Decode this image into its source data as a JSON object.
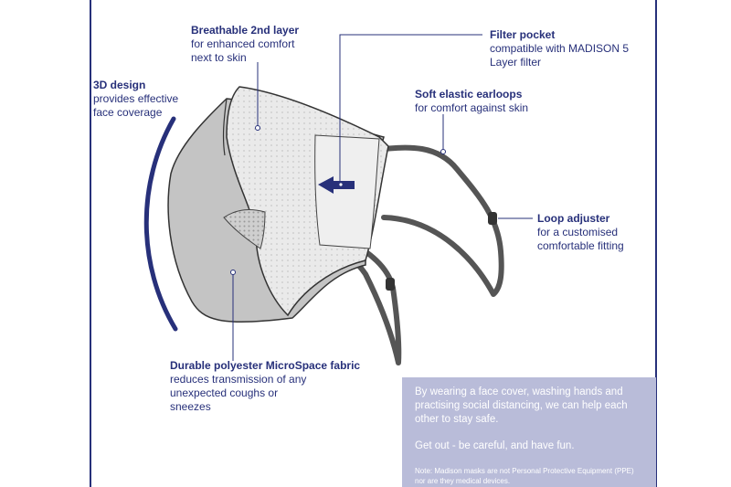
{
  "callouts": {
    "breathable": {
      "title": "Breathable 2nd layer",
      "desc": "for enhanced comfort next to skin"
    },
    "filter": {
      "title": "Filter pocket",
      "desc": "compatible with MADISON 5 Layer filter"
    },
    "design": {
      "title": "3D design",
      "desc": "provides effective face coverage"
    },
    "earloops": {
      "title": "Soft elastic earloops",
      "desc": "for comfort against skin"
    },
    "adjuster": {
      "title": "Loop adjuster",
      "desc": "for a customised comfortable fitting"
    },
    "fabric": {
      "title": "Durable polyester MicroSpace fabric",
      "desc": "reduces transmission of any unexpected coughs or sneezes"
    }
  },
  "info": {
    "message": "By wearing a face cover, washing hands and practising social distancing, we can help each other to stay safe.",
    "tagline": "Get out - be careful,  and have fun.",
    "note": "Note:  Madison masks are not Personal Protective Equipment (PPE) nor are they medical devices."
  },
  "colors": {
    "accent": "#27307a",
    "info_box": "#b9bcd9",
    "mask_outer": "#c4c4c4",
    "mask_inner": "#e9e9e9",
    "strap": "#555555"
  }
}
